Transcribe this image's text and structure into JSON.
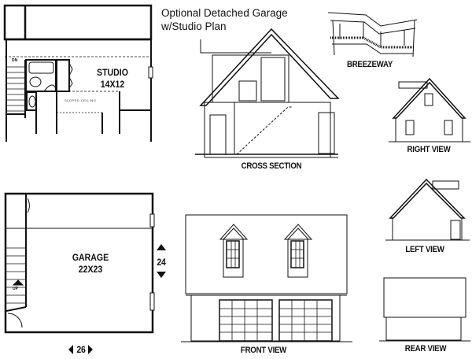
{
  "title": {
    "line1": "Optional Detached Garage",
    "line2": "w/Studio Plan"
  },
  "studio_plan": {
    "room_name": "STUDIO",
    "room_size": "14X12",
    "small_note": "SLOPED CEILING",
    "stair_label": "DN"
  },
  "garage_plan": {
    "room_name": "GARAGE",
    "room_size": "22X23",
    "depth_dim": "24",
    "width_dim": "26",
    "stair_label": "UP"
  },
  "views": {
    "cross_section": "CROSS SECTION",
    "breezeway": "BREEZEWAY",
    "right_view": "RIGHT VIEW",
    "left_view": "LEFT VIEW",
    "front_view": "FRONT VIEW",
    "rear_view": "REAR VIEW"
  },
  "colors": {
    "line": "#111111",
    "background": "#ffffff"
  }
}
